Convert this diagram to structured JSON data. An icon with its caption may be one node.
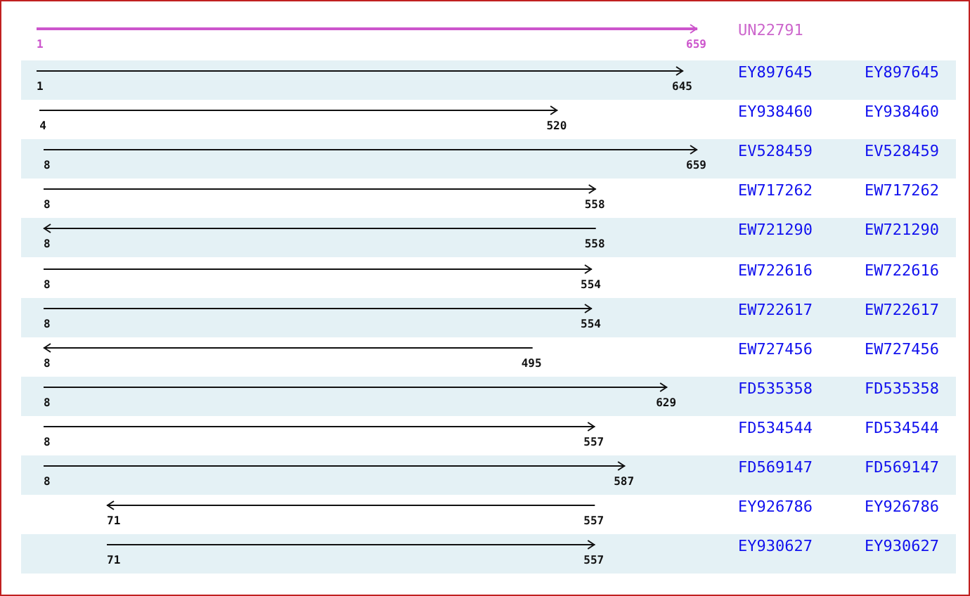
{
  "diagram": {
    "labels": [
      "UN22791",
      "1",
      "659",
      "EY897645",
      "EY897645",
      "1",
      "645",
      "EY938460",
      "EY938460",
      "4",
      "520",
      "EV528459",
      "EV528459",
      "8",
      "659",
      "EW717262",
      "EW717262",
      "8",
      "558",
      "EW721290",
      "EW721290",
      "8",
      "558",
      "EW722616",
      "EW722616",
      "8",
      "554",
      "EW722617",
      "EW722617",
      "8",
      "554",
      "EW727456",
      "EW727456",
      "8",
      "495",
      "FD535358",
      "FD535358",
      "8",
      "629",
      "FD534544",
      "FD534544",
      "8",
      "557",
      "FD569147",
      "FD569147",
      "8",
      "587",
      "EY926786",
      "EY926786",
      "71",
      "557",
      "EY930627",
      "EY930627",
      "71",
      "557"
    ]
  }
}
